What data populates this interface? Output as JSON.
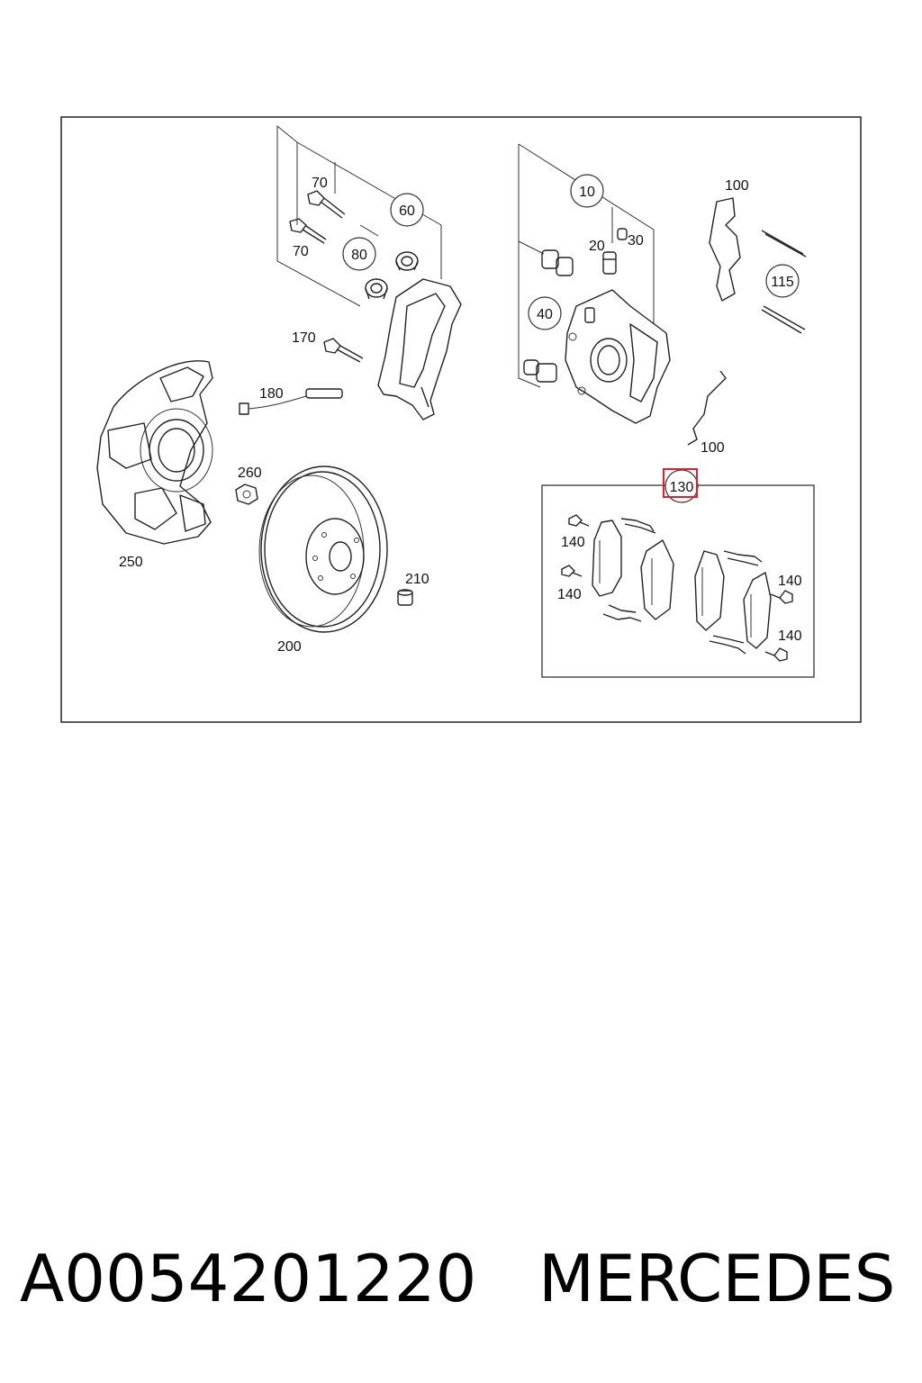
{
  "diagram": {
    "labels": {
      "l70a": "70",
      "l70b": "70",
      "l60": "60",
      "l80": "80",
      "l170": "170",
      "l180": "180",
      "l250": "250",
      "l260": "260",
      "l200": "200",
      "l210": "210",
      "l10": "10",
      "l20": "20",
      "l30": "30",
      "l40": "40",
      "l100a": "100",
      "l100b": "100",
      "l115": "115",
      "l130": "130",
      "l140a": "140",
      "l140b": "140",
      "l140c": "140",
      "l140d": "140"
    },
    "highlight_color": "#e0202a",
    "highlighted_part": "130"
  },
  "footer": {
    "part_number": "A0054201220",
    "brand": "MERCEDES"
  }
}
